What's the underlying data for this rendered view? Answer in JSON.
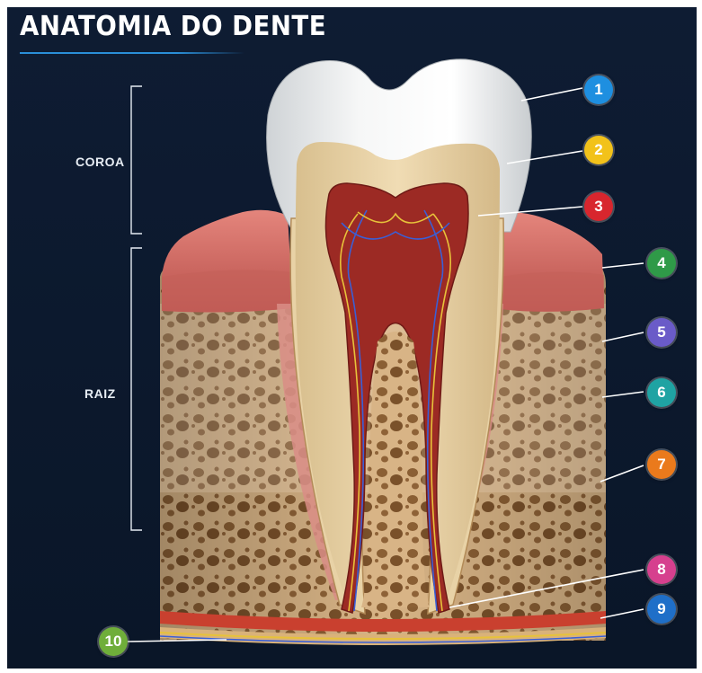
{
  "header": {
    "title": "ANATOMIA DO DENTE"
  },
  "brackets": {
    "coroa": "COROA",
    "raiz": "RAIZ"
  },
  "callouts": [
    {
      "n": "1",
      "color": "#1e8fe0"
    },
    {
      "n": "2",
      "color": "#f2c21a"
    },
    {
      "n": "3",
      "color": "#d8262e"
    },
    {
      "n": "4",
      "color": "#2f9a48"
    },
    {
      "n": "5",
      "color": "#6a5bc8"
    },
    {
      "n": "6",
      "color": "#1fa3a3"
    },
    {
      "n": "7",
      "color": "#ea7a1c"
    },
    {
      "n": "8",
      "color": "#d6408e"
    },
    {
      "n": "9",
      "color": "#1f6fc8"
    },
    {
      "n": "10",
      "color": "#6fae3a"
    }
  ]
}
